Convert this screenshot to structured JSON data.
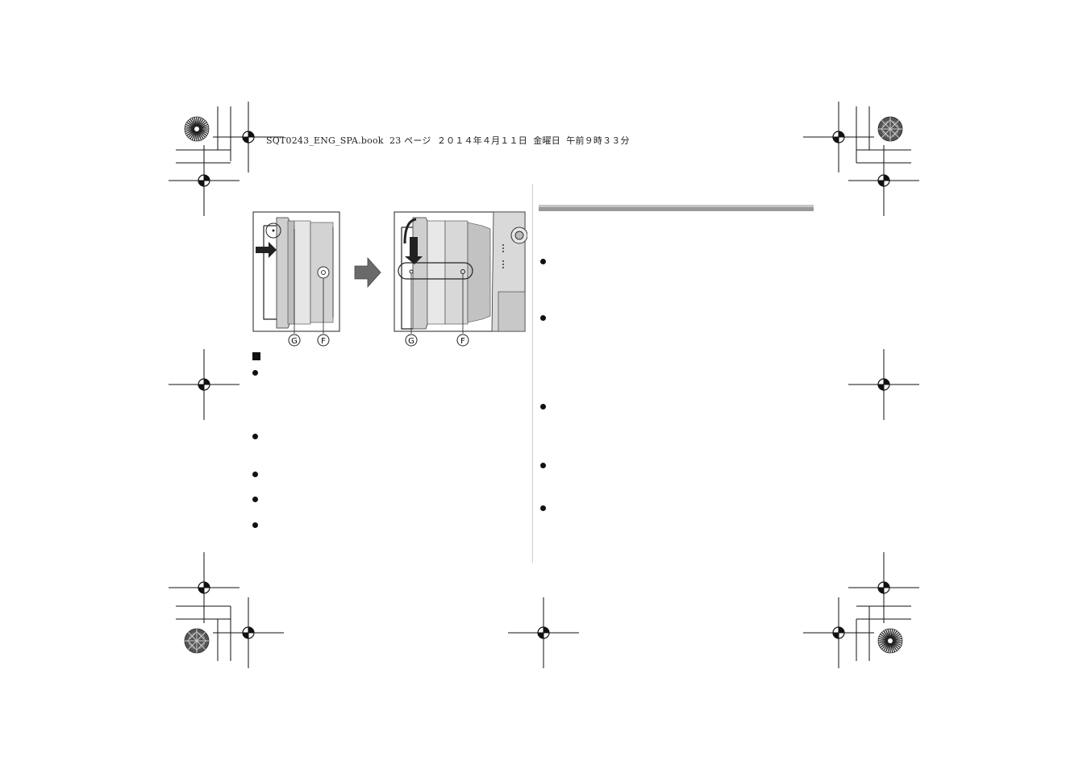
{
  "header": {
    "file_info": "SQT0243_ENG_SPA.book  23 ページ  ２０１４年４月１１日  金曜日  午前９時３３分"
  },
  "figure": {
    "callout_g": "G",
    "callout_f": "F"
  },
  "left_column": {
    "bullet_count": 5
  },
  "right_column": {
    "bullet_count": 5
  }
}
